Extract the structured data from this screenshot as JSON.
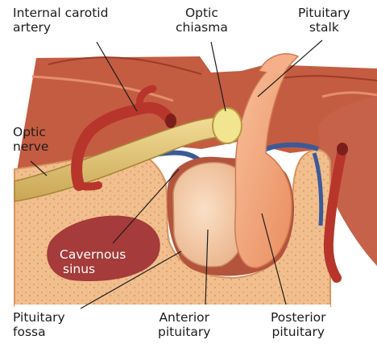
{
  "labels": {
    "internal_carotid": [
      "Internal carotid",
      "artery"
    ],
    "optic_chiasma": [
      "Optic",
      "chiasma"
    ],
    "pituitary_stalk": [
      "Pituitary",
      "stalk"
    ],
    "optic_nerve": [
      "Optic",
      "nerve"
    ],
    "cavernous_sinus": [
      "Cavernous",
      "sinus"
    ],
    "pituitary_fossa": [
      "Pituitary",
      "fossa"
    ],
    "anterior_pituitary": [
      "Anterior",
      "pituitary"
    ],
    "posterior_pituitary": [
      "Posterior",
      "pituitary"
    ]
  },
  "colors": {
    "bone": "#f1bf8e",
    "bone_edge": "#d7945f",
    "brain_tissue": "#c45c42",
    "artery": "#b8352c",
    "vein_blue": "#3c5a97",
    "optic_nerve": "#e2c678",
    "anterior_pituitary": "#f6cfb0",
    "posterior_pituitary": "#f3a47a"
  }
}
